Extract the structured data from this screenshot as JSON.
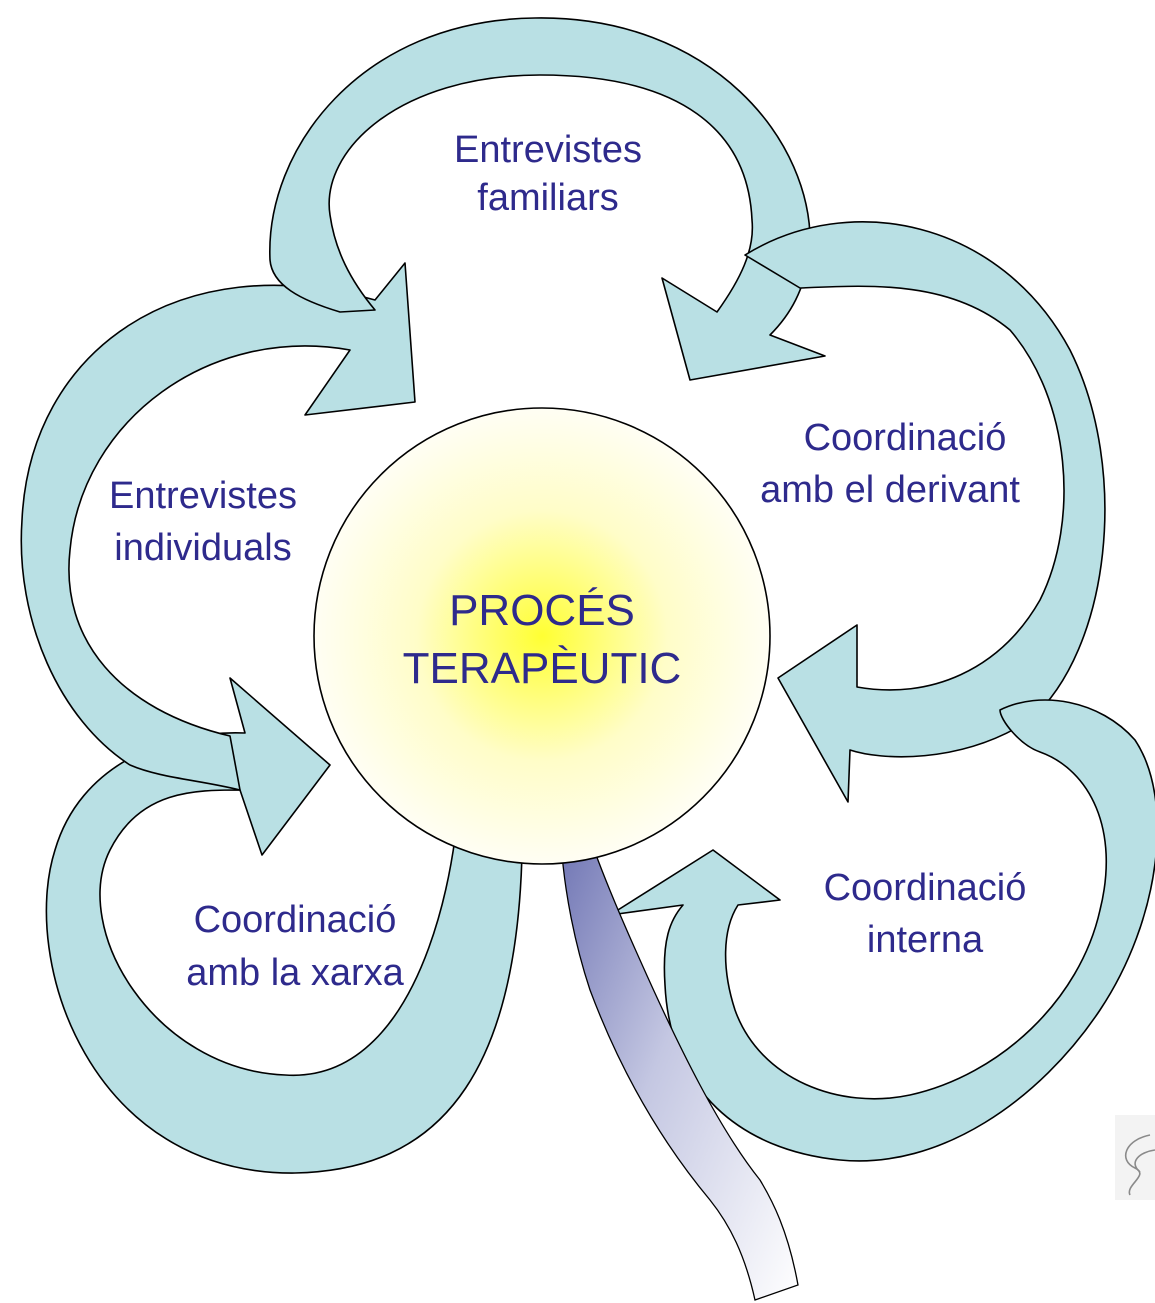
{
  "diagram": {
    "center": {
      "line1": "PROCÉS",
      "line2": "TERAPÈUTIC"
    },
    "nodes": [
      {
        "id": "familiars",
        "line1": "Entrevistes",
        "line2": "familiars"
      },
      {
        "id": "derivant",
        "line1": "Coordinació",
        "line2": "amb el derivant"
      },
      {
        "id": "interna",
        "line1": "Coordinació",
        "line2": "interna"
      },
      {
        "id": "xarxa",
        "line1": "Coordinació",
        "line2": "amb la xarxa"
      },
      {
        "id": "individuals",
        "line1": "Entrevistes",
        "line2": "individuals"
      }
    ]
  },
  "colors": {
    "arrow_fill": "#b9e0e4",
    "text": "#2e2a8c",
    "hub_glow": "#ffff33"
  }
}
